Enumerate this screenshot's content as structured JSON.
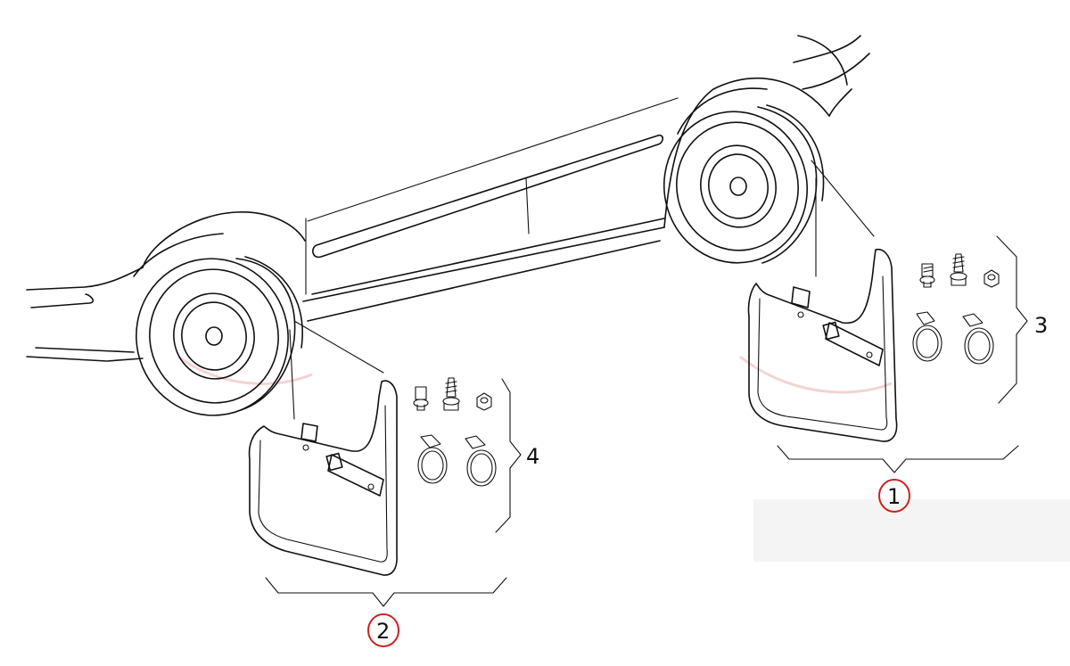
{
  "callouts": {
    "c1": "1",
    "c2": "2",
    "c3": "3",
    "c4": "4"
  },
  "colors": {
    "line": "#111111",
    "highlight_circle": "#cc2222",
    "background": "#ffffff"
  },
  "icons": [
    "mud-flap",
    "bolt",
    "screw",
    "nut",
    "clip",
    "wheel"
  ]
}
